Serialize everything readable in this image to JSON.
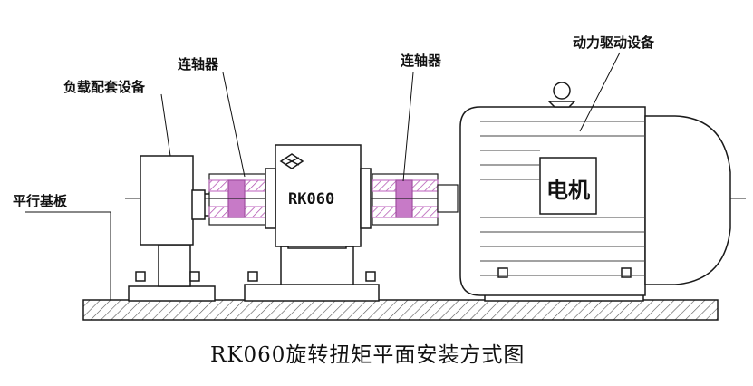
{
  "labels": {
    "load_equipment": "负载配套设备",
    "coupling_left": "连轴器",
    "coupling_right": "连轴器",
    "drive_equipment": "动力驱动设备",
    "base_plate": "平行基板"
  },
  "components": {
    "sensor_model": "RK060",
    "motor_text": "电机"
  },
  "caption": "RK060旋转扭矩平面安装方式图",
  "colors": {
    "line": "#1a1a1a",
    "coupling": "#c77ac7",
    "hatch": "#555555"
  }
}
